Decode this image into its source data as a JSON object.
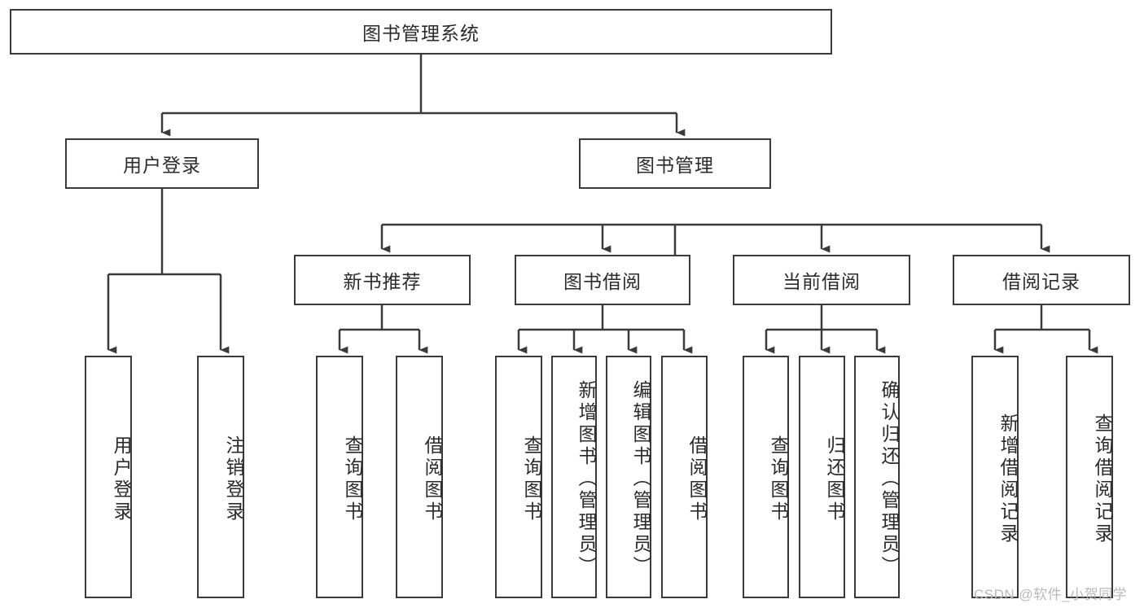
{
  "diagram": {
    "type": "tree-hierarchy",
    "title_node": {
      "label": "图书管理系统"
    },
    "level2": [
      {
        "id": "user-login",
        "label": "用户登录"
      },
      {
        "id": "book-manage",
        "label": "图书管理"
      }
    ],
    "level3": [
      {
        "id": "new-book-recommend",
        "label": "新书推荐"
      },
      {
        "id": "book-borrow",
        "label": "图书借阅"
      },
      {
        "id": "current-borrow",
        "label": "当前借阅"
      },
      {
        "id": "borrow-record",
        "label": "借阅记录"
      }
    ],
    "leaves": [
      {
        "id": "leaf-user-login",
        "label": "用户登录",
        "parent": "user-login"
      },
      {
        "id": "leaf-logout-login",
        "label": "注销登录",
        "parent": "user-login"
      },
      {
        "id": "leaf-query-book-1",
        "label": "查询图书",
        "parent": "new-book-recommend"
      },
      {
        "id": "leaf-borrow-book-1",
        "label": "借阅图书",
        "parent": "new-book-recommend"
      },
      {
        "id": "leaf-query-book-2",
        "label": "查询图书",
        "parent": "book-borrow"
      },
      {
        "id": "leaf-add-book",
        "label": "新增图书（管理员）",
        "parent": "book-borrow"
      },
      {
        "id": "leaf-edit-book",
        "label": "编辑图书（管理员）",
        "parent": "book-borrow"
      },
      {
        "id": "leaf-borrow-book-2",
        "label": "借阅图书",
        "parent": "book-borrow"
      },
      {
        "id": "leaf-query-book-3",
        "label": "查询图书",
        "parent": "current-borrow"
      },
      {
        "id": "leaf-return-book",
        "label": "归还图书",
        "parent": "current-borrow"
      },
      {
        "id": "leaf-confirm-return",
        "label": "确认归还（管理员）",
        "parent": "current-borrow"
      },
      {
        "id": "leaf-add-record",
        "label": "新增借阅记录",
        "parent": "borrow-record"
      },
      {
        "id": "leaf-query-record",
        "label": "查询借阅记录",
        "parent": "borrow-record"
      }
    ],
    "colors": {
      "stroke": "#3a3a3c",
      "background": "#ffffff",
      "text": "#2b2b2b",
      "watermark": "#b9b9bd"
    }
  },
  "watermark": {
    "text": "CSDN @软件_小贺同学"
  }
}
